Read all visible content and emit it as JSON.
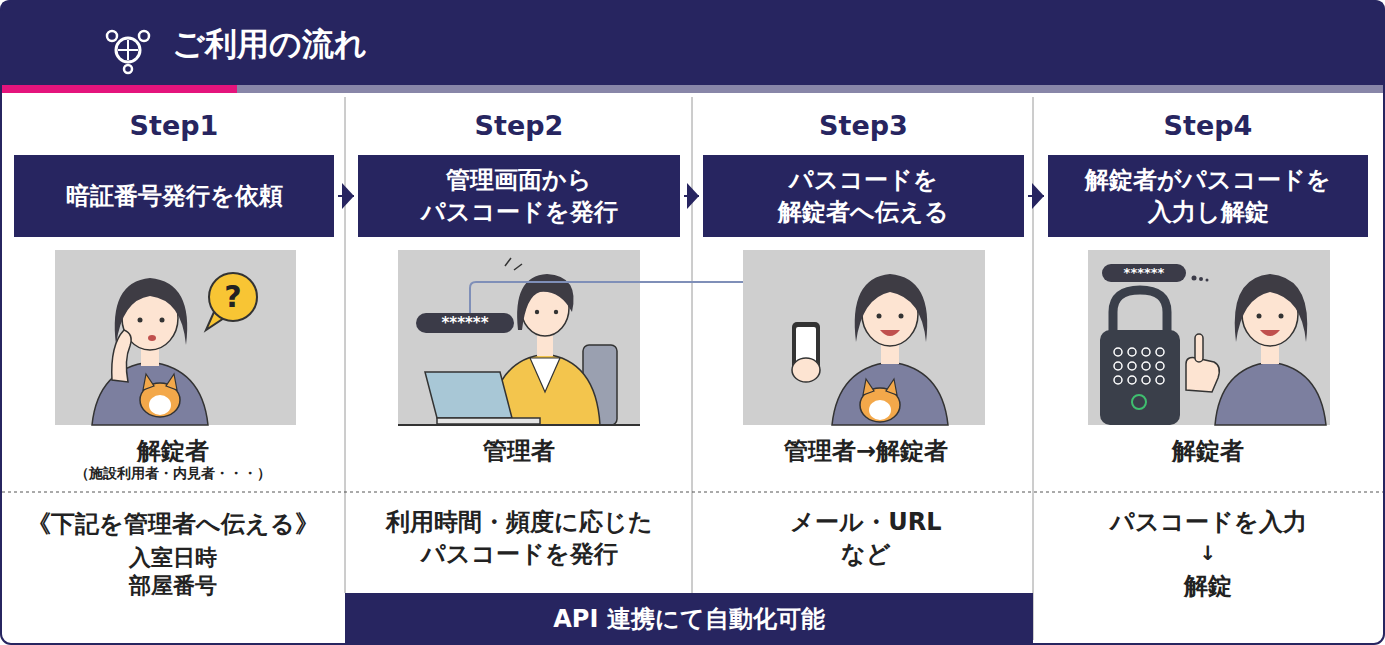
{
  "diagram": {
    "title": "ご利用の流れ",
    "nodes": [
      {
        "text": [
          "Step1",
          "暗証番号発行を依頼"
        ]
      },
      {
        "text": [
          "Step2",
          "管理画面から パスコードを発行"
        ]
      },
      {
        "text": [
          "Step3",
          "パスコードを 解錠者へ伝える"
        ]
      },
      {
        "text": [
          "Step4",
          "解錠者がパスコードを 入力し解錠"
        ]
      },
      {
        "text": [
          "API 連携にて自動化可能"
        ]
      }
    ],
    "edges": [
      {
        "from": 0,
        "to": 1,
        "arrow": "to"
      },
      {
        "from": 1,
        "to": 2,
        "arrow": "to"
      },
      {
        "from": 2,
        "to": 3,
        "arrow": "to"
      }
    ],
    "labels": [
      "?",
      "解錠者",
      "（施設利用者・内見者・・・）",
      "《下記を管理者へ伝える》",
      "入室日時 部屋番号",
      "******",
      "管理者",
      "利用時間・頻度に応じた パスコードを発行",
      "管理者→解錠者",
      "メール・URL など",
      "******",
      "解錠者",
      "パスコードを入力",
      "↓",
      "解錠"
    ]
  }
}
